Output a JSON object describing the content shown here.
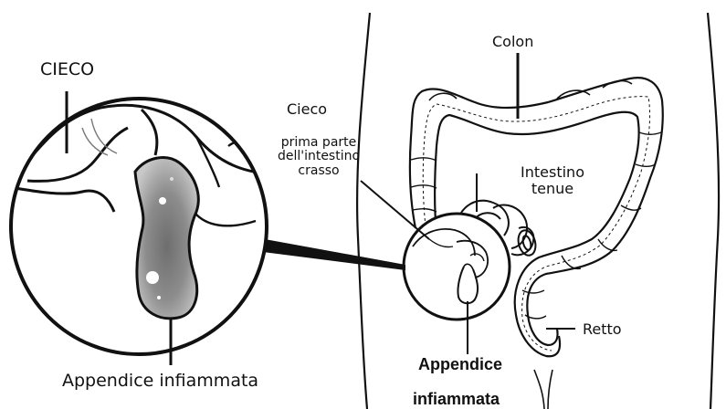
{
  "labels": {
    "zoom_cieco": "CIECO",
    "zoom_appendix": "Appendice infiammata",
    "colon": "Colon",
    "cieco": "Cieco",
    "cieco_desc_line1": "prima parte",
    "cieco_desc_line2": "dell'intestino",
    "cieco_desc_line3": "crasso",
    "small_intestine_line1": "Intestino",
    "small_intestine_line2": "tenue",
    "rectum": "Retto",
    "appendix_line1": "Appendice",
    "appendix_line2": "infiammata"
  },
  "colors": {
    "ink": "#111111",
    "inflammation_dark": "#6e6e6e",
    "inflammation_mid": "#9a9a9a",
    "inflammation_light": "#c8c8c8"
  }
}
